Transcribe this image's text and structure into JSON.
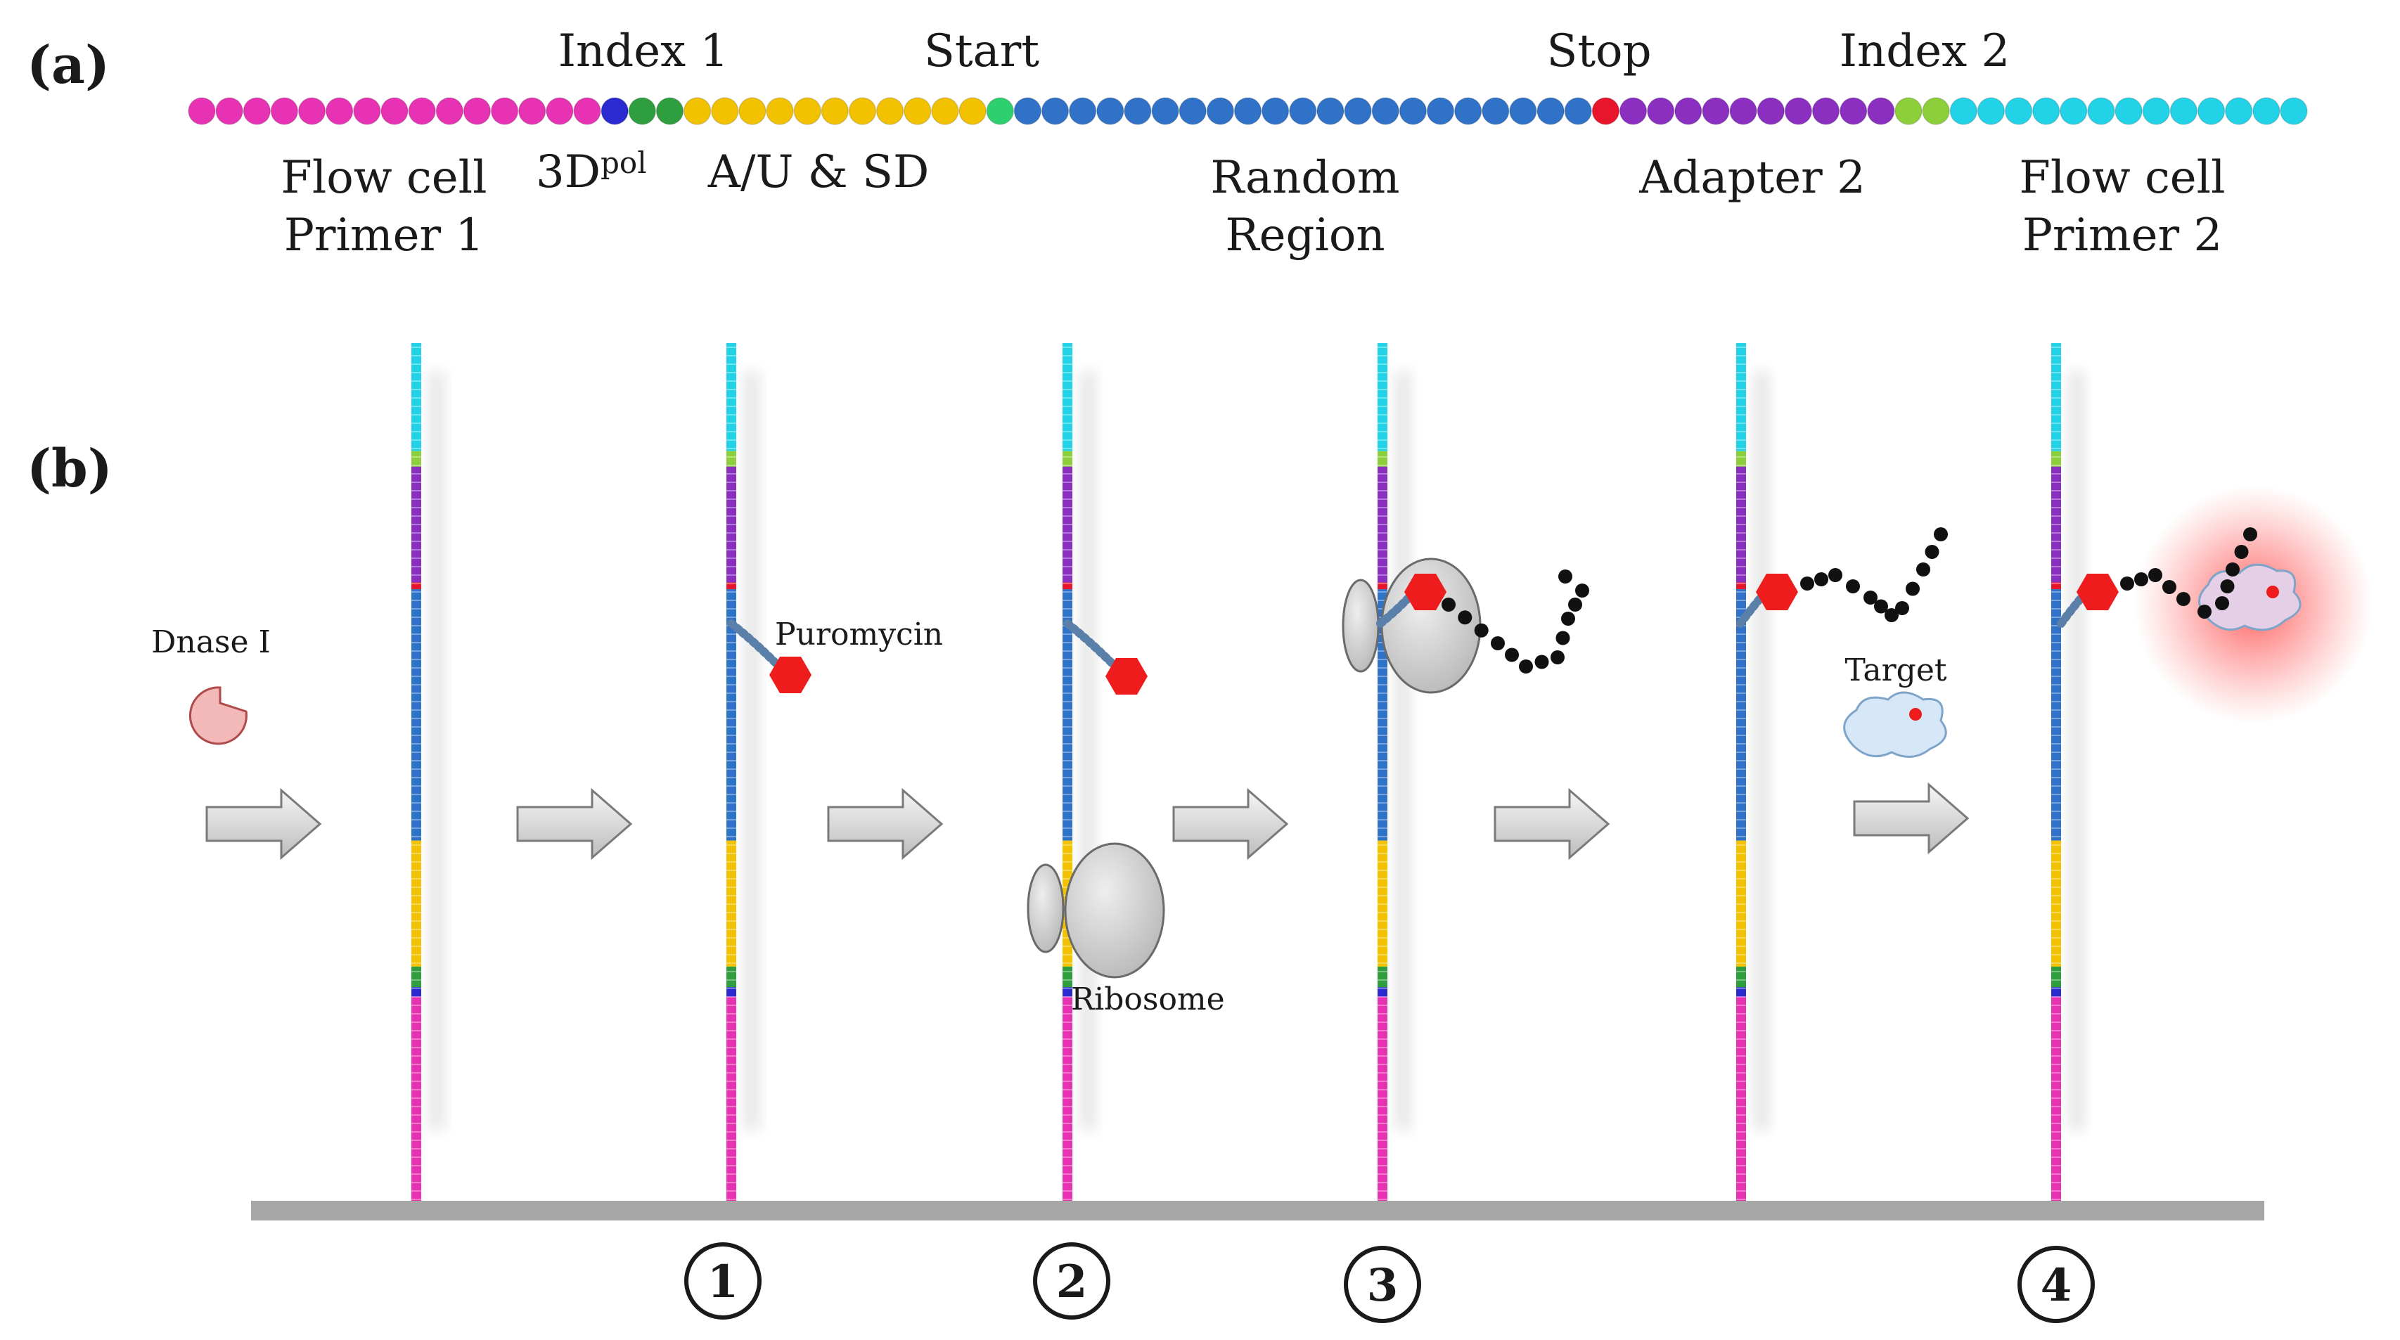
{
  "panel_a": {
    "label": "(a)",
    "top_labels": [
      {
        "id": "index1",
        "text": "Index 1"
      },
      {
        "id": "start",
        "text": "Start"
      },
      {
        "id": "stop",
        "text": "Stop"
      },
      {
        "id": "index2",
        "text": "Index 2"
      }
    ],
    "bottom_labels": [
      {
        "id": "flowcell1",
        "lines": [
          "Flow cell",
          "Primer 1"
        ]
      },
      {
        "id": "3dpol",
        "lines": [
          "3D",
          "pol"
        ]
      },
      {
        "id": "au_sd",
        "lines": [
          "A/U & SD"
        ]
      },
      {
        "id": "random",
        "lines": [
          "Random",
          "Region"
        ]
      },
      {
        "id": "adapter2",
        "lines": [
          "Adapter 2"
        ]
      },
      {
        "id": "flowcell2",
        "lines": [
          "Flow cell",
          "Primer 2"
        ]
      }
    ],
    "segments": [
      {
        "name": "flow-cell-primer-1",
        "color": "#e832b4",
        "beads": 15
      },
      {
        "name": "3dpol",
        "color": "#2a2ad0",
        "beads": 1
      },
      {
        "name": "index-1",
        "color": "#2e9e3e",
        "beads": 2
      },
      {
        "name": "au-sd",
        "color": "#f2c200",
        "beads": 11
      },
      {
        "name": "start",
        "color": "#2ecf6e",
        "beads": 1
      },
      {
        "name": "random-region",
        "color": "#2f72c8",
        "beads": 21
      },
      {
        "name": "stop",
        "color": "#e8152b",
        "beads": 1
      },
      {
        "name": "adapter-2",
        "color": "#8a2fc0",
        "beads": 10
      },
      {
        "name": "index-2",
        "color": "#8ccf3a",
        "beads": 2
      },
      {
        "name": "flow-cell-primer-2",
        "color": "#22d3e8",
        "beads": 13
      }
    ]
  },
  "panel_b": {
    "label": "(b)",
    "labels": {
      "dnase": "Dnase I",
      "puromycin": "Puromycin",
      "ribosome": "Ribosome",
      "target": "Target"
    },
    "steps": [
      "1",
      "2",
      "3",
      "4"
    ],
    "colors": {
      "hexagon": "#ee1c1c",
      "peptide": "#111111",
      "linker": "#5a7fa8",
      "ribosome": "#cfcfcf",
      "surface": "#a6a6a6",
      "arrow": "#dadada",
      "dnase": "#f3b8b8",
      "target": "#d6e8f8",
      "glow": "#ff3b3b"
    }
  }
}
